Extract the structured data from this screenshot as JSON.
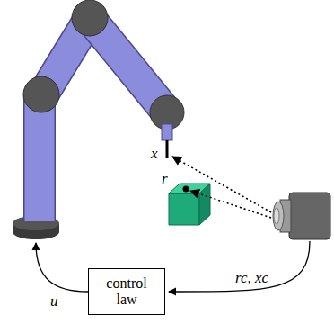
{
  "diagram": {
    "nodes": [
      {
        "text": [
          "control law"
        ]
      }
    ],
    "labels": [
      "x",
      "r",
      "u",
      "rc, xc"
    ]
  }
}
